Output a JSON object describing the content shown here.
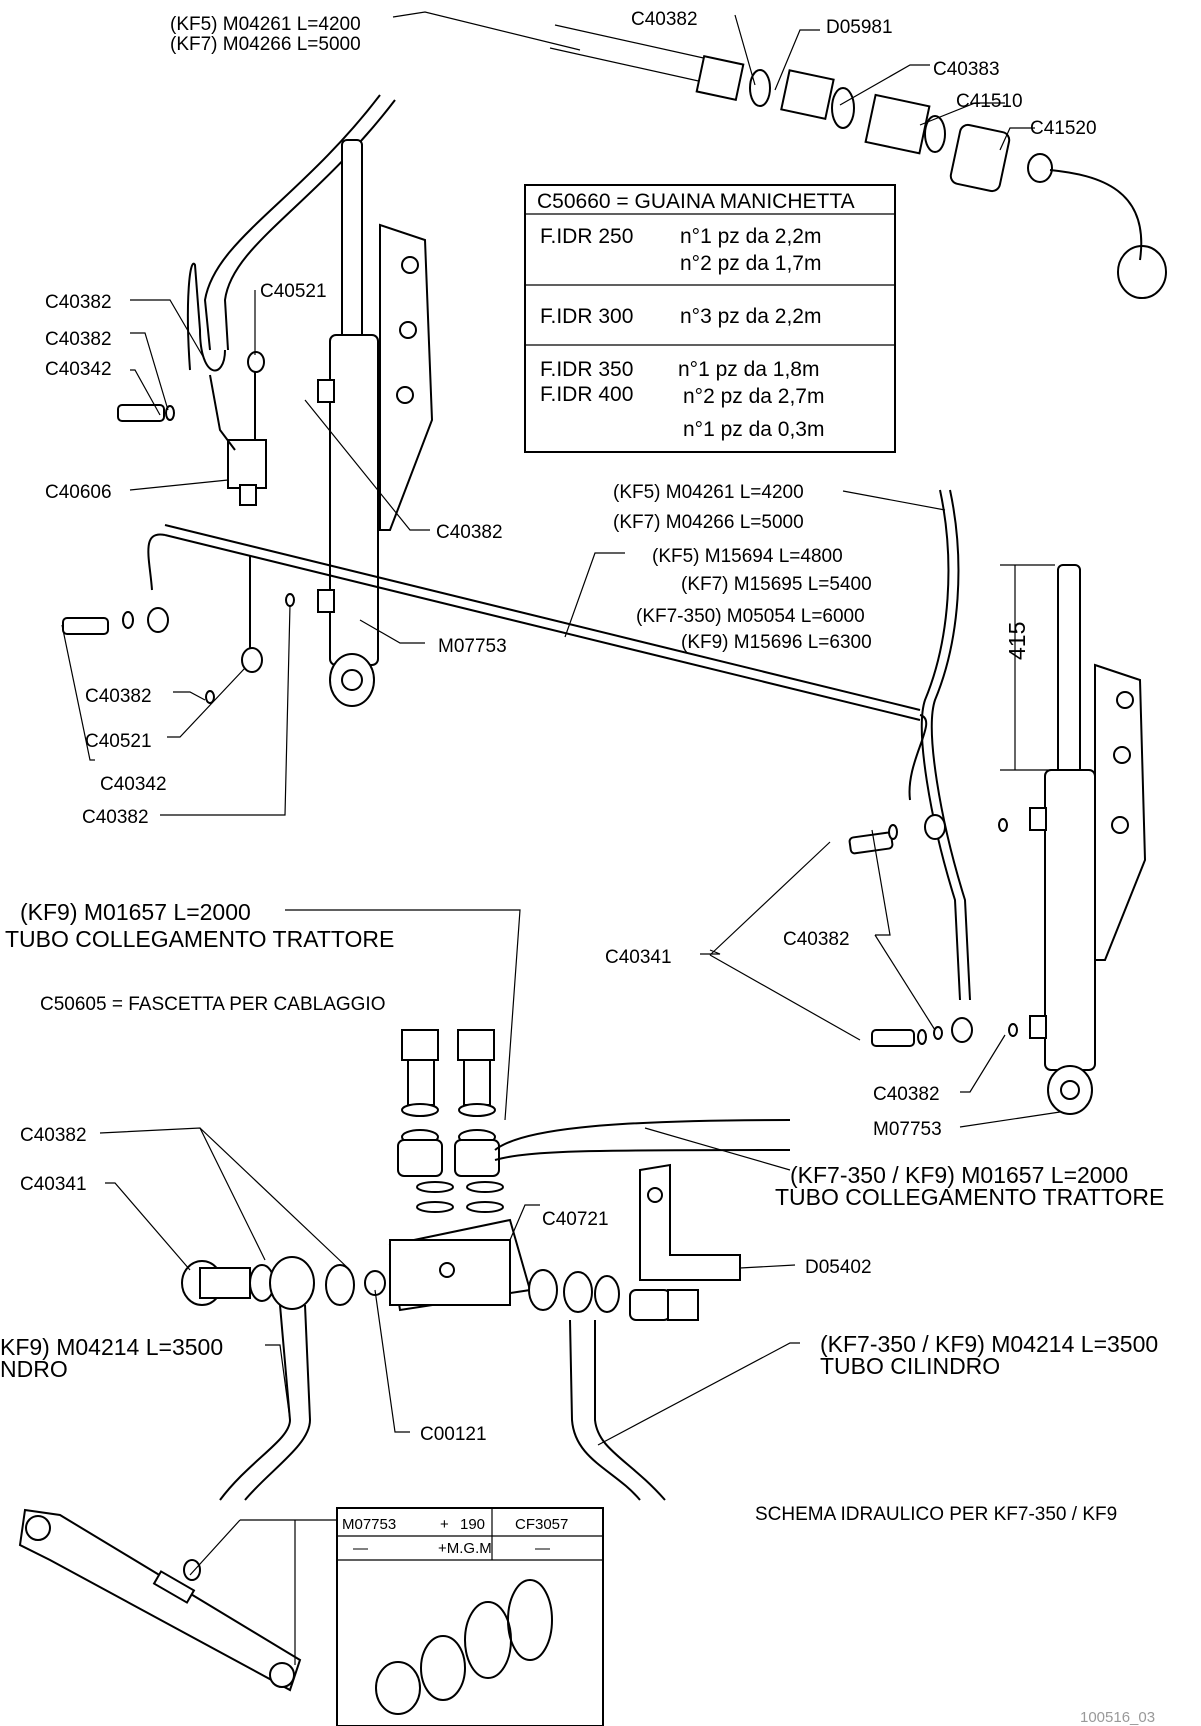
{
  "callouts": {
    "top_hose": [
      "(KF5) M04261 L=4200",
      "(KF7) M04266 L=5000"
    ],
    "c40382_top": "C40382",
    "d05981": "D05981",
    "c40383": "C40383",
    "c41510": "C41510",
    "c41520": "C41520",
    "c40382_a": "C40382",
    "c40521_a": "C40521",
    "c40382_b": "C40382",
    "c40342_a": "C40342",
    "c40606": "C40606",
    "c40382_c": "C40382",
    "m07753_a": "M07753",
    "c40382_d": "C40382",
    "c40521_b": "C40521",
    "c40342_b": "C40342",
    "c40382_e": "C40382",
    "right_hose_1": "(KF5) M04261 L=4200",
    "right_hose_2": "(KF7) M04266 L=5000",
    "long_pipe": [
      "(KF5) M15694 L=4800",
      "(KF7) M15695 L=5400",
      "(KF7-350) M05054 L=6000",
      "(KF9) M15696 L=6300"
    ],
    "dim_415": "415",
    "c40341_a": "C40341",
    "c40382_f": "C40382",
    "c40382_g": "C40382",
    "m07753_b": "M07753",
    "kf9_tube": [
      "(KF9) M01657 L=2000",
      "TUBO COLLEGAMENTO TRATTORE"
    ],
    "c50605": "C50605 = FASCETTA PER CABLAGGIO",
    "c40382_h": "C40382",
    "c40341_b": "C40341",
    "c40721": "C40721",
    "d05402": "D05402",
    "kf7_tube": [
      "(KF7-350 / KF9) M01657 L=2000",
      "TUBO COLLEGAMENTO TRATTORE"
    ],
    "left_cyl_tube": [
      "KF9) M04214 L=3500",
      "NDRO"
    ],
    "right_cyl_tube": [
      "(KF7-350 / KF9) M04214 L=3500",
      "TUBO CILINDRO"
    ],
    "c00121": "C00121",
    "schema": "SCHEMA IDRAULICO PER KF7-350 / KF9",
    "drawing_no": "100516_03"
  },
  "sheath_table": {
    "header": "C50660 = GUAINA MANICHETTA",
    "rows": [
      {
        "models": [
          "F.IDR 250"
        ],
        "lines": [
          "n°1 pz da 2,2m",
          "n°2 pz da 1,7m"
        ]
      },
      {
        "models": [
          "F.IDR 300"
        ],
        "lines": [
          "n°3 pz da 2,2m"
        ]
      },
      {
        "models": [
          "F.IDR 350",
          "F.IDR 400"
        ],
        "lines": [
          "n°1 pz da 1,8m",
          "n°2 pz da 2,7m",
          "n°1 pz da 0,3m"
        ]
      }
    ]
  },
  "seal_kit": {
    "code": "M07753",
    "plus": "+",
    "num": "190",
    "ref": "CF3057",
    "dash1": "—",
    "mgm": "+M.G.M",
    "dash2": "—"
  }
}
